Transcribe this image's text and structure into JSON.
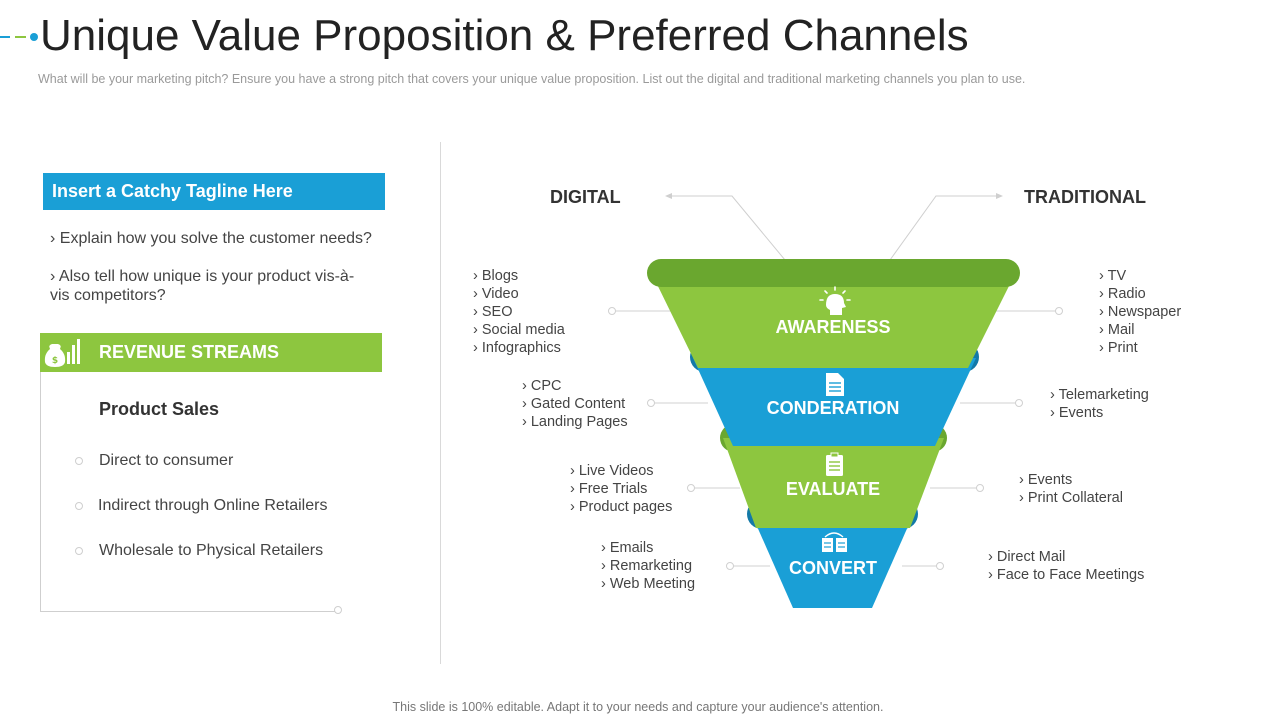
{
  "header": {
    "title": "Unique Value Proposition & Preferred Channels",
    "subtitle": "What will be your marketing pitch? Ensure you have  a strong pitch that covers your unique value  proposition. List out the digital and traditional marketing channels you plan to use."
  },
  "left": {
    "tagline": "Insert a Catchy Tagline Here",
    "bullets": [
      "› Explain how you solve the customer needs?",
      "›  Also tell how unique is your product vis-à-vis competitors?"
    ],
    "revenue": {
      "title": "REVENUE STREAMS",
      "subheading": "Product Sales",
      "items": [
        "Direct to consumer",
        "Indirect through Online Retailers",
        "Wholesale to Physical Retailers"
      ]
    }
  },
  "funnel": {
    "digital_label": "DIGITAL",
    "traditional_label": "TRADITIONAL",
    "stages": [
      {
        "label": "AWARENESS",
        "icon": "lightbulb-head-icon"
      },
      {
        "label": "CONDERATION",
        "icon": "document-icon"
      },
      {
        "label": "EVALUATE",
        "icon": "clipboard-icon"
      },
      {
        "label": "CONVERT",
        "icon": "exchange-documents-icon"
      }
    ],
    "digital": [
      [
        "Blogs",
        "Video",
        "SEO",
        "Social media",
        "Infographics"
      ],
      [
        "CPC",
        "Gated Content",
        "Landing Pages"
      ],
      [
        "Live Videos",
        "Free Trials",
        "Product pages"
      ],
      [
        "Emails",
        "Remarketing",
        "Web Meeting"
      ]
    ],
    "traditional": [
      [
        "TV",
        "Radio",
        "Newspaper",
        "Mail",
        "Print"
      ],
      [
        "Telemarketing",
        "Events"
      ],
      [
        "Events",
        "Print Collateral"
      ],
      [
        "Direct Mail",
        "Face to Face Meetings"
      ]
    ]
  },
  "footer": "This slide is 100% editable. Adapt it to your needs and capture your audience's attention.",
  "colors": {
    "green": "#8dc63f",
    "dark_green": "#6aa72f",
    "blue": "#1a9fd6",
    "dark_blue": "#1379a7"
  }
}
